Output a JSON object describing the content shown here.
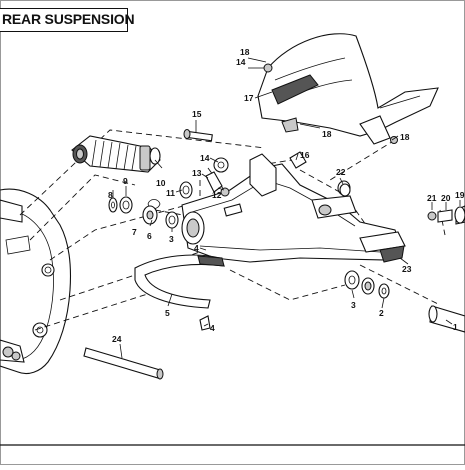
{
  "title": "REAR SUSPENSION",
  "callouts": {
    "n1": "1",
    "n2": "2",
    "n3a": "3",
    "n3b": "3",
    "n4a": "4",
    "n4b": "4",
    "n5": "5",
    "n6": "6",
    "n7": "7",
    "n8": "8",
    "n9": "9",
    "n10": "10",
    "n11": "11",
    "n12": "12",
    "n13": "13",
    "n14a": "14",
    "n14b": "14",
    "n15": "15",
    "n16": "16",
    "n17": "17",
    "n18a": "18",
    "n18b": "18",
    "n18c": "18",
    "n19": "19",
    "n20": "20",
    "n21": "21",
    "n22": "22",
    "n23": "23",
    "n24": "24"
  }
}
